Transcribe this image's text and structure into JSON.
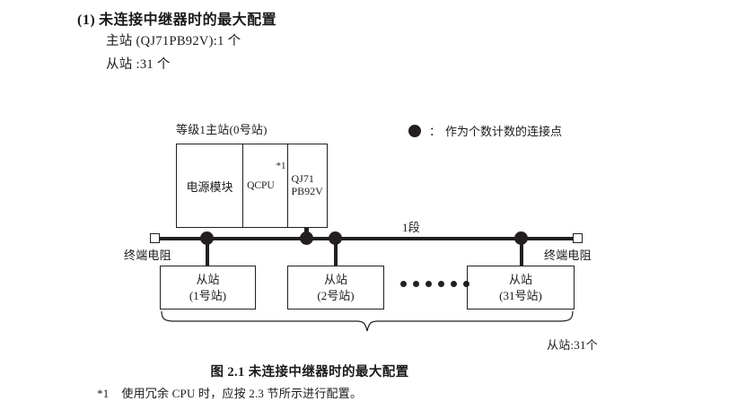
{
  "section": {
    "number": "(1)",
    "title": "未连接中继器时的最大配置",
    "lines": [
      "主站 (QJ71PB92V):1 个",
      "从站 :31 个"
    ]
  },
  "legend": {
    "symbol": "dot-filled-icon",
    "colon": "：",
    "text": "作为个数计数的连接点"
  },
  "diagram": {
    "master": {
      "label": "等级1主站(0号站)",
      "cells": {
        "power": "电源模块",
        "cpu": "QCPU",
        "cpu_footnote": "*1",
        "network_line1": "QJ71",
        "network_line2": "PB92V"
      }
    },
    "bus": {
      "segment_label": "1段",
      "terminator_left": "终端电阻",
      "terminator_right": "终端电阻"
    },
    "slaves": [
      {
        "line1": "从站",
        "line2": "(1号站)"
      },
      {
        "line1": "从站",
        "line2": "(2号站)"
      },
      {
        "line1": "从站",
        "line2": "(31号站)"
      }
    ],
    "ellipsis_dots": 6,
    "brace_label": "从站:31个"
  },
  "caption": "图 2.1  未连接中继器时的最大配置",
  "footnote": {
    "id": "*1",
    "text": "使用冗余 CPU 时，应按 2.3 节所示进行配置。"
  },
  "colors": {
    "ink": "#231f20",
    "paper": "#ffffff"
  }
}
